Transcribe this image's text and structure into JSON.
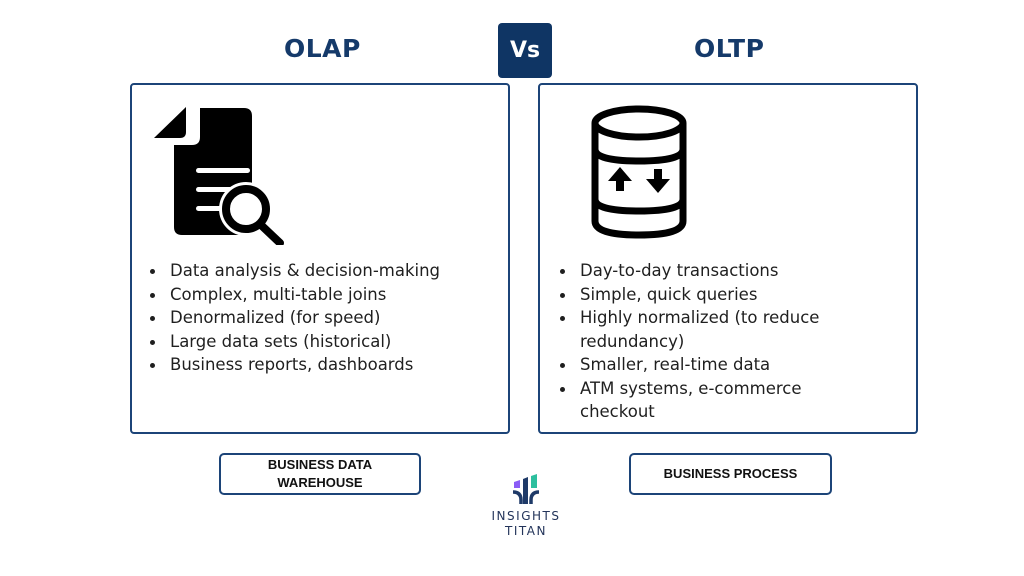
{
  "header": {
    "left_title": "OLAP",
    "vs_label": "Vs",
    "right_title": "OLTP"
  },
  "colors": {
    "primary_navy": "#0f3564",
    "border": "#1c4478",
    "logo_purple": "#8b5cf6",
    "logo_navy": "#1f3a68",
    "logo_teal": "#2dbf9e"
  },
  "olap": {
    "icon": "document-search-icon",
    "bullets": [
      "Data analysis & decision-making",
      "Complex, multi-table joins",
      "Denormalized (for speed)",
      "Large data sets (historical)",
      "Business reports, dashboards"
    ],
    "label": "BUSINESS DATA WAREHOUSE"
  },
  "oltp": {
    "icon": "database-transfer-icon",
    "bullets": [
      "Day-to-day transactions",
      "Simple, quick queries",
      "Highly normalized (to reduce redundancy)",
      "Smaller, real-time data",
      "ATM systems, e-commerce checkout"
    ],
    "label": "BUSINESS PROCESS"
  },
  "logo": {
    "line1": "INSIGHTS",
    "line2": "TITAN"
  }
}
